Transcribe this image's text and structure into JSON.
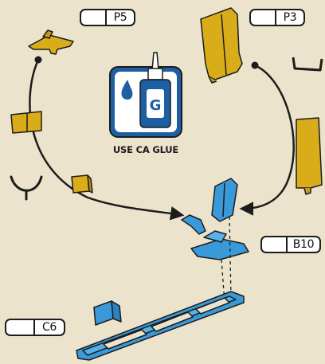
{
  "part_tags": {
    "p5": "P5",
    "p3": "P3",
    "b10": "B10",
    "c6": "C6"
  },
  "glue_icon": {
    "bottle_letter": "G",
    "caption": "USE CA GLUE"
  },
  "colors": {
    "background": "#ece3cc",
    "part_yellow": "#d9ac1a",
    "part_blue": "#3a9ad9",
    "glue_blue": "#1e5fa3",
    "outline": "#1c1c1c"
  }
}
